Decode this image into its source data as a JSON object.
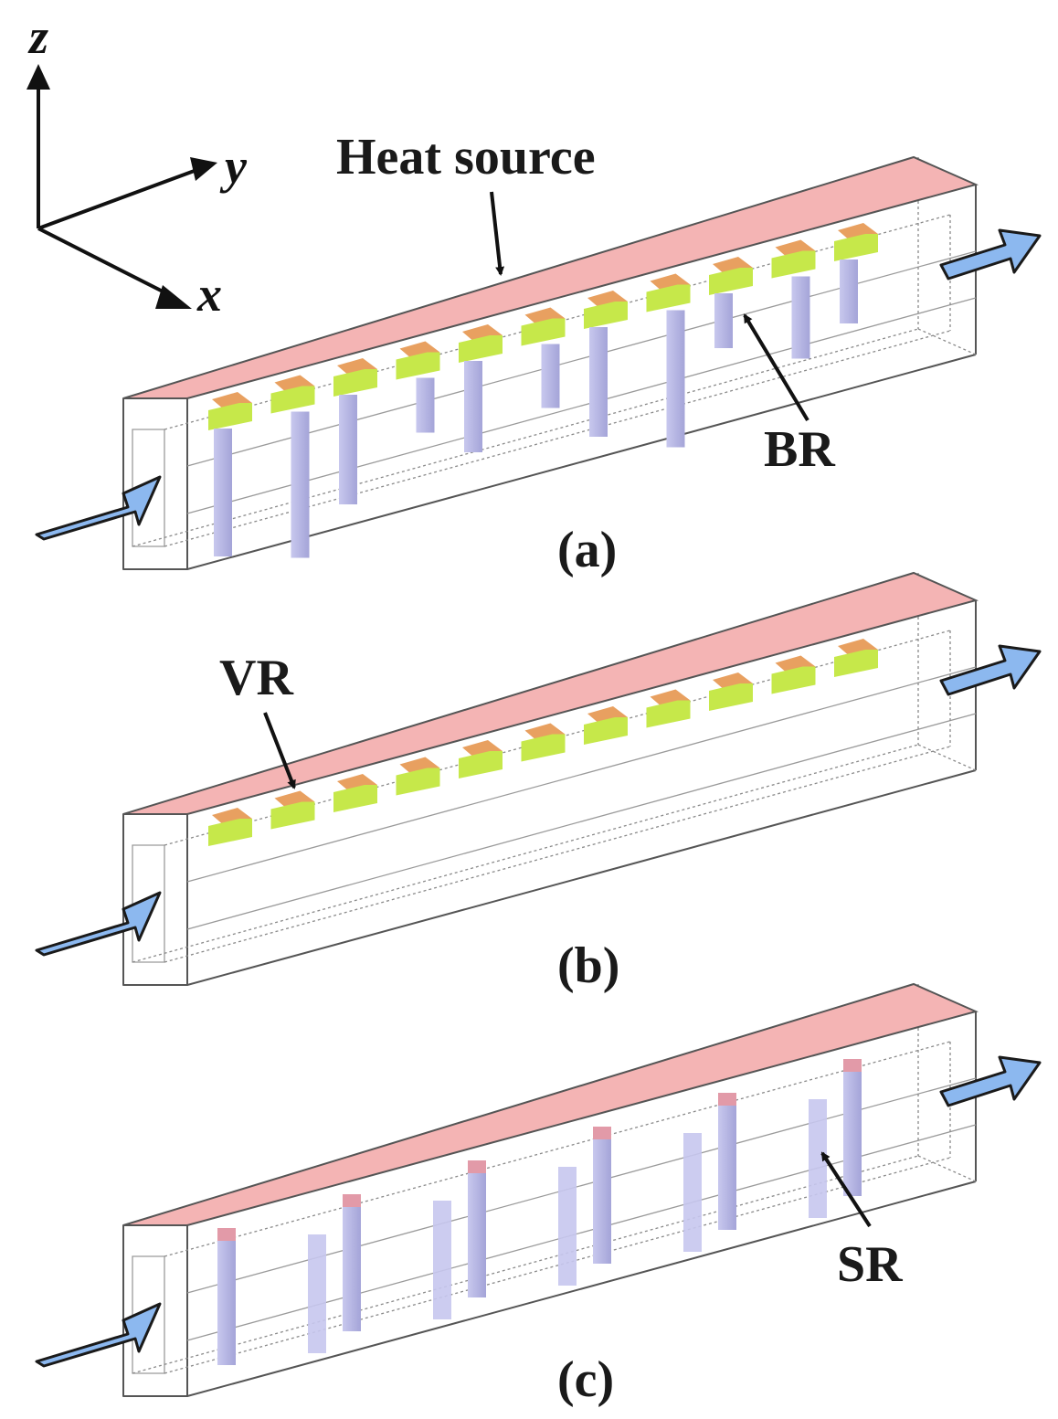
{
  "axes": {
    "z_label": "z",
    "y_label": "y",
    "x_label": "x"
  },
  "labels": {
    "heat_source": "Heat source",
    "br": "BR",
    "vr": "VR",
    "sr": "SR"
  },
  "panels": [
    {
      "id": "a",
      "caption": "(a)",
      "ribs": "BR"
    },
    {
      "id": "b",
      "caption": "(b)",
      "ribs": "VR"
    },
    {
      "id": "c",
      "caption": "(c)",
      "ribs": "SR"
    }
  ],
  "colors": {
    "heat_source": "#f4b4b4",
    "rib_top": "#e8a060",
    "rib_front": "#c6e84a",
    "pillar": "#b4b4e6",
    "arrow": "#8cb8ef",
    "frame": "#555555"
  }
}
